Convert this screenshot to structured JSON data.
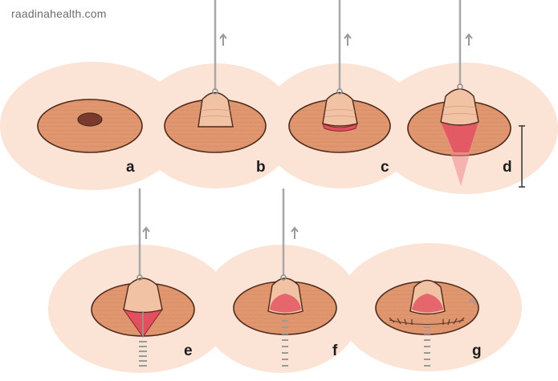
{
  "watermark": "raadinahealth.com",
  "panels": [
    {
      "id": "a",
      "label": "a"
    },
    {
      "id": "b",
      "label": "b"
    },
    {
      "id": "c",
      "label": "c"
    },
    {
      "id": "d",
      "label": "d"
    },
    {
      "id": "e",
      "label": "e"
    },
    {
      "id": "f",
      "label": "f"
    },
    {
      "id": "g",
      "label": "g"
    }
  ],
  "colors": {
    "background_skin": "#fbe4d6",
    "areola": "#e0976f",
    "areola_outline": "#4e2a1c",
    "nipple": "#f1c2a3",
    "tissue_red": "#e2505f",
    "tissue_light": "#f08a8f",
    "wire": "#a8a8a8",
    "arrow": "#9a9a9a"
  }
}
